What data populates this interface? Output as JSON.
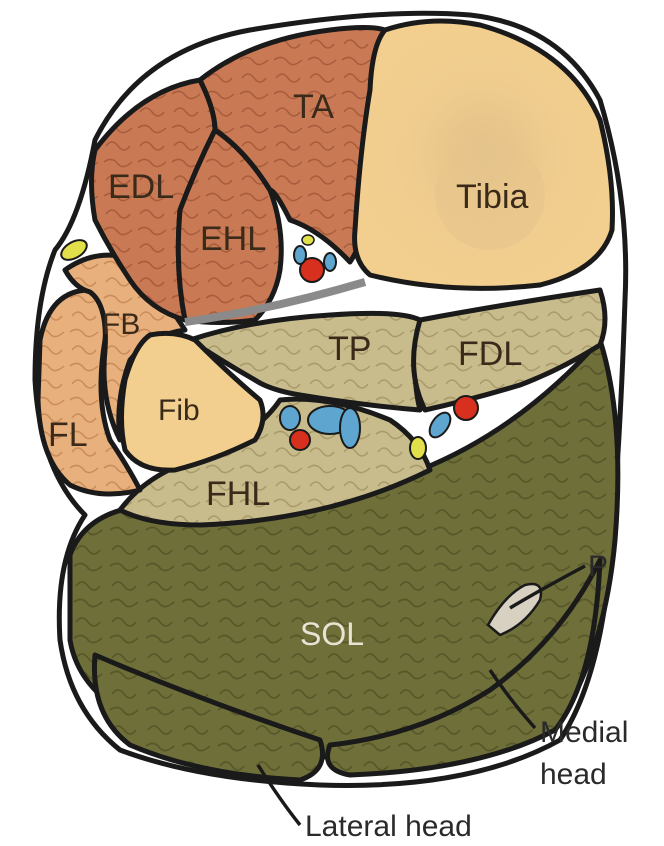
{
  "colors": {
    "anterior": "#c97a55",
    "bone": "#f2cf8e",
    "deep_posterior": "#c9bc8c",
    "lateral": "#e8b07c",
    "soleus": "#6f6f3a",
    "soleus_light": "#7c7c45",
    "artery": "#d8301e",
    "vein": "#5ea6d0",
    "nerve": "#e2e04a",
    "outline": "#1a1a1a"
  },
  "labels": {
    "ta": "TA",
    "edl": "EDL",
    "ehl": "EHL",
    "tibia": "Tibia",
    "fb": "FB",
    "fl": "FL",
    "fib": "Fib",
    "tp": "TP",
    "fdl": "FDL",
    "fhl": "FHL",
    "sol": "SOL",
    "p": "P",
    "medial_head_line1": "Medial",
    "medial_head_line2": "head",
    "lateral_head": "Lateral head"
  }
}
